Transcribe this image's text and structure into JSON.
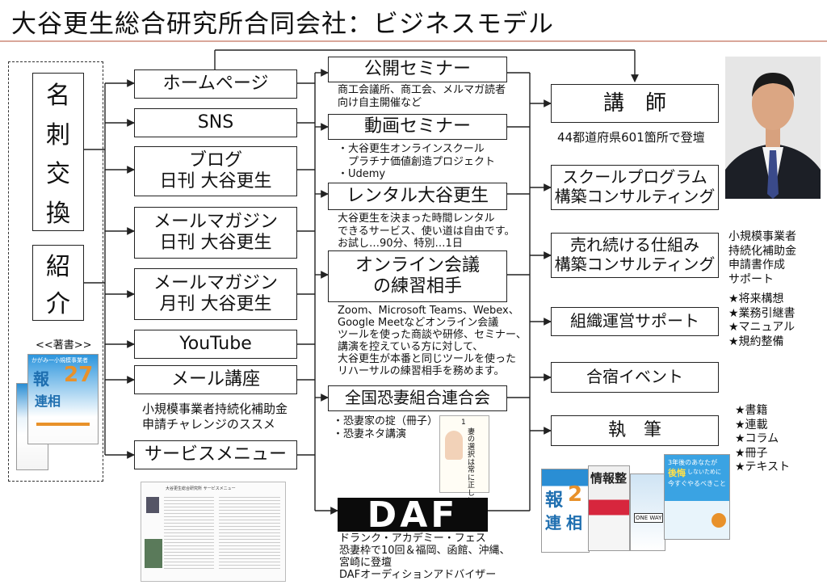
{
  "title": "大谷更生総合研究所合同会社：ビジネスモデル",
  "left": {
    "entry1": [
      "名",
      "刺",
      "交",
      "換"
    ],
    "entry2": [
      "紹",
      "介"
    ],
    "book_caption": "<<著書>>"
  },
  "channels": [
    {
      "line1": "ホームページ",
      "line2": ""
    },
    {
      "line1": "SNS",
      "line2": ""
    },
    {
      "line1": "ブログ",
      "line2": "日刊 大谷更生"
    },
    {
      "line1": "メールマガジン",
      "line2": "日刊 大谷更生"
    },
    {
      "line1": "メールマガジン",
      "line2": "月刊 大谷更生"
    },
    {
      "line1": "YouTube",
      "line2": ""
    },
    {
      "line1": "メール講座",
      "line2": ""
    },
    {
      "line1": "サービスメニュー",
      "line2": ""
    }
  ],
  "mail_course_note": [
    "小規模事業者持続化補助金",
    "申請チャレンジのススメ"
  ],
  "middle": {
    "seminar": {
      "label": "公開セミナー",
      "note": [
        "商工会議所、商工会、メルマガ読者",
        "向け自主開催など"
      ]
    },
    "video": {
      "label": "動画セミナー",
      "note": [
        "・大谷更生オンラインスクール",
        "　プラチナ価値創造プロジェクト",
        "・Udemy"
      ]
    },
    "rental": {
      "label": "レンタル大谷更生",
      "note": [
        "大谷更生を決まった時間レンタル",
        "できるサービス、使い道は自由です。",
        "お試し…90分、特別…1日"
      ]
    },
    "online": {
      "line1": "オンライン会議",
      "line2": "の練習相手",
      "note": [
        "Zoom、Microsoft Teams、Webex、",
        "Google Meetなどオンライン会議",
        "ツールを使った商談や研修、セミナー、",
        "講演を控えている方に対して、",
        "大谷更生が本番と同じツールを使った",
        "リハーサルの練習相手を務めます。"
      ]
    },
    "kyosai": {
      "label": "全国恐妻組合連合会",
      "note": [
        "・恐妻家の掟（冊子）",
        "・恐妻ネタ講演"
      ]
    },
    "daf": {
      "logo": "DAF",
      "note": [
        "ドランク・アカデミー・フェス",
        "恐妻枠で10回＆福岡、函館、沖縄、",
        "宮崎に登壇",
        "DAFオーディションアドバイザー"
      ]
    }
  },
  "kyosai_card": {
    "num": "1",
    "text": "妻の選択は常に正しい"
  },
  "right": {
    "lecturer": {
      "label": "講　師",
      "note": "44都道府県601箇所で登壇"
    },
    "school": {
      "line1": "スクールプログラム",
      "line2": "構築コンサルティング"
    },
    "sales": {
      "line1": "売れ続ける仕組み",
      "line2": "構築コンサルティング",
      "note": [
        "小規模事業者",
        "持続化補助金",
        "申請書作成",
        "サポート"
      ]
    },
    "ops": {
      "label": "組織運営サポート",
      "note": [
        "★将来構想",
        "★業務引継書",
        "★マニュアル",
        "★規約整備"
      ]
    },
    "camp": {
      "label": "合宿イベント"
    },
    "writing": {
      "label": "執　筆",
      "note": [
        "★書籍",
        "★連載",
        "★コラム",
        "★冊子",
        "★テキスト"
      ]
    }
  },
  "book_cover": {
    "big1": "報",
    "big2": "27",
    "big3": "連相",
    "top": "かがみ一小規模事業者"
  },
  "book_row": {
    "a1": "報",
    "a2": "2",
    "a3": "連",
    "a4": "相",
    "b1": "情報整",
    "c1": "ONE WAY",
    "d1": "3年後のあなたが",
    "d2": "後悔",
    "d3": "しないために",
    "d4": "今すぐやるべきこと"
  },
  "service_doc_title": "大谷更生総合研究所 サービスメニュー",
  "colors": {
    "accent_rule": "#d9a79a",
    "book_blue": "#1f7fc6",
    "book_orange": "#e8912a",
    "daf_bg": "#0b0b0b"
  }
}
